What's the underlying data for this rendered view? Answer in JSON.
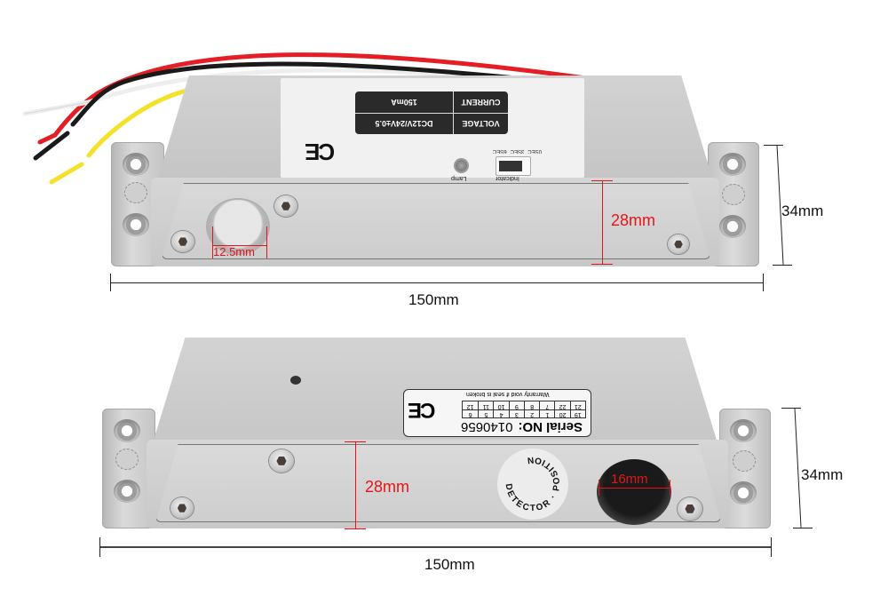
{
  "top_view": {
    "label": {
      "rows": [
        {
          "key": "CURRENT",
          "value": "150mA"
        },
        {
          "key": "VOLTAGE",
          "value": "DC12V/24V±0.5"
        }
      ],
      "ce_mark": "CE",
      "timer_options": [
        "0SEC",
        "3SEC",
        "6SEC"
      ],
      "lamp_label": "Lamp",
      "indicator_label": "Indicator"
    },
    "wires": [
      {
        "color_name": "red",
        "color": "#e31e24"
      },
      {
        "color_name": "white",
        "color": "#eeeeee"
      },
      {
        "color_name": "black",
        "color": "#1a1a1a"
      },
      {
        "color_name": "yellow",
        "color": "#f3e12a"
      }
    ],
    "dimensions": {
      "length": "150mm",
      "height": "34mm",
      "face_height": "28mm",
      "bolt_diameter": "12.5mm"
    }
  },
  "bottom_view": {
    "label": {
      "serial_prefix": "Serial NO:",
      "serial_number": "0140656",
      "warranty": "Warranty void if seal is broken",
      "ce_mark": "CE",
      "grid_row1": [
        "19",
        "20",
        "1",
        "2",
        "3",
        "4",
        "5",
        "6"
      ],
      "grid_row2": [
        "21",
        "22",
        "7",
        "8",
        "9",
        "10",
        "11",
        "12"
      ]
    },
    "sticker_text": "DETECTOR POSITION",
    "dimensions": {
      "length": "150mm",
      "height": "34mm",
      "face_height": "28mm",
      "hole_diameter": "16mm"
    }
  },
  "colors": {
    "annotation_red": "#e5141b",
    "body_silver": "#c9c9c9",
    "label_dark": "#2a2a2a"
  }
}
